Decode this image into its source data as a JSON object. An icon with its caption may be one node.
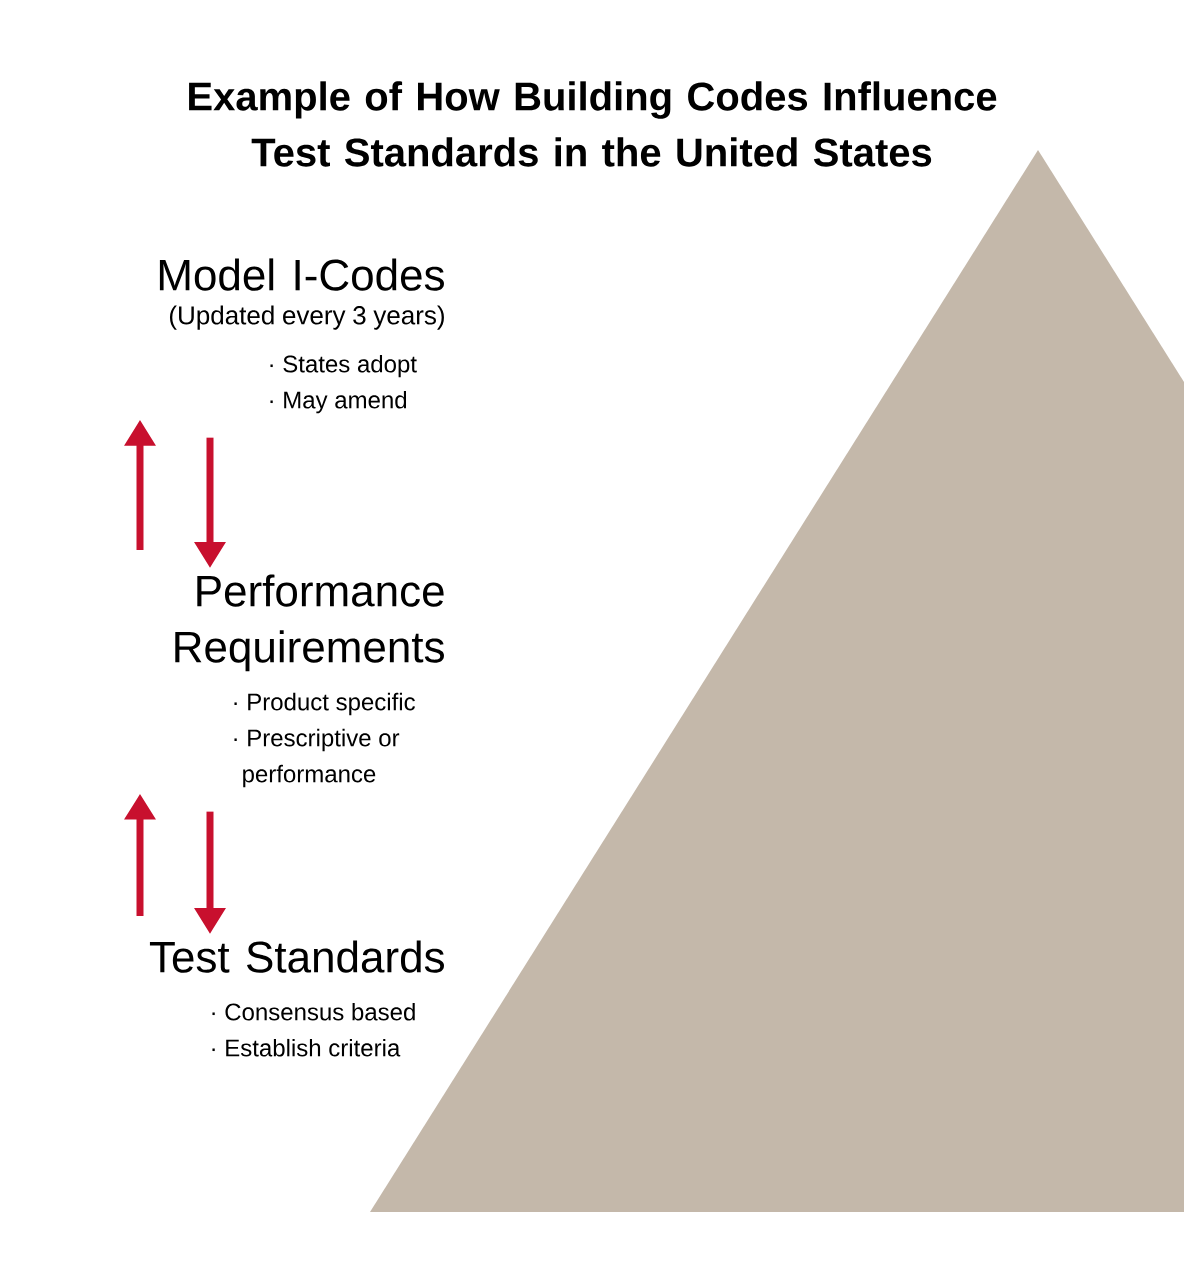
{
  "diagram": {
    "title": "Example of How Building Codes Influence Test Standards in the United States",
    "nodes": [
      {
        "text": [
          "Model I-Codes",
          "(Updated every 3 years)",
          "· States adopt",
          "· May amend"
        ]
      },
      {
        "text": [
          "Performance Requirements",
          "· Product specific",
          "· Prescriptive or performance"
        ]
      },
      {
        "text": [
          "Test Standards",
          "· Consensus based",
          "· Establish criteria"
        ]
      }
    ],
    "edges": [
      {
        "from": 1,
        "to": 0,
        "arrow": "to"
      },
      {
        "from": 0,
        "to": 1,
        "arrow": "to"
      },
      {
        "from": 2,
        "to": 1,
        "arrow": "to"
      },
      {
        "from": 1,
        "to": 2,
        "arrow": "to"
      }
    ]
  }
}
